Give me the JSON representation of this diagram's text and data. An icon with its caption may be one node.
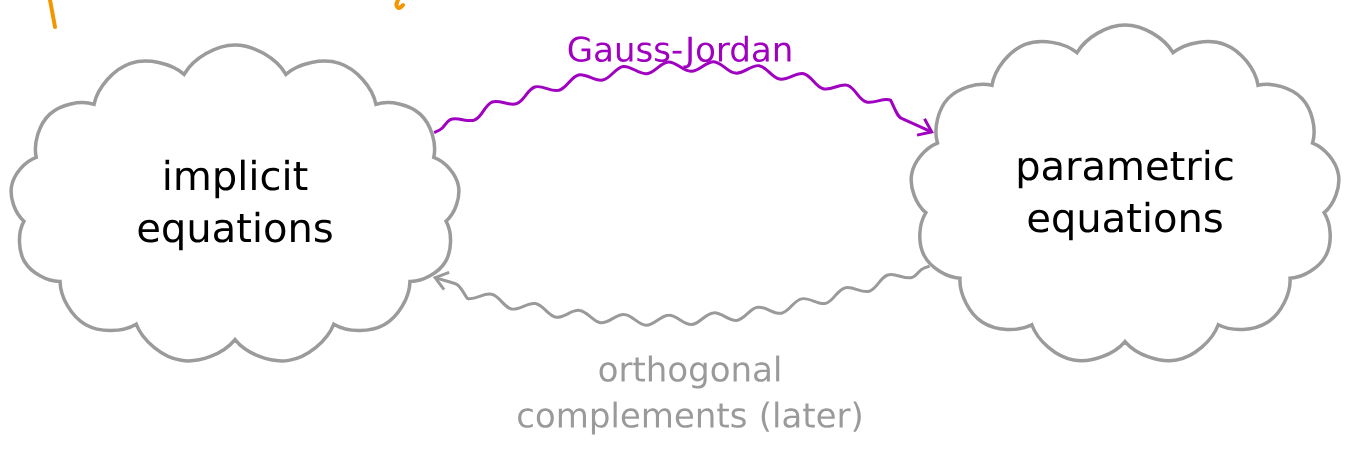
{
  "diagram": {
    "nodes": [
      {
        "text": [
          "implicit equations"
        ]
      },
      {
        "text": [
          "parametric equations"
        ]
      }
    ],
    "edges": [
      {
        "from": 0,
        "to": 1,
        "arrow": "to",
        "label": "Gauss-Jordan",
        "color": "#a000c0"
      },
      {
        "from": 1,
        "to": 0,
        "arrow": "to",
        "label": "orthogonal complements (later)",
        "color": "#9a9a9a"
      }
    ]
  }
}
